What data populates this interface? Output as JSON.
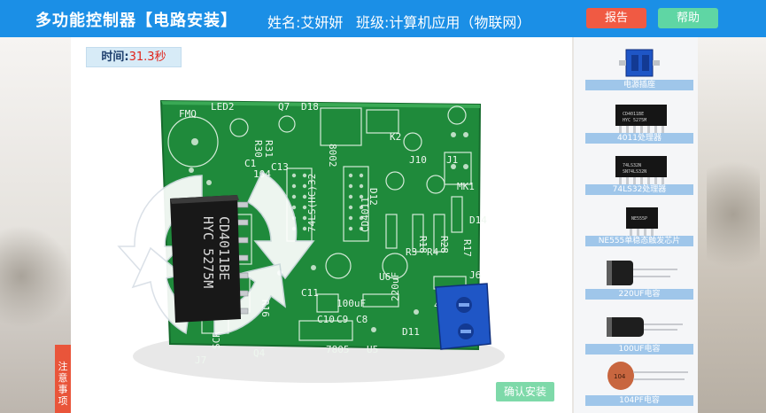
{
  "header": {
    "title": "多功能控制器【电路安装】",
    "student": "姓名:艾妍妍",
    "class": "班级:计算机应用（物联网）",
    "report_label": "报告",
    "help_label": "帮助"
  },
  "timer": {
    "label": "时间:",
    "value": "31.3秒"
  },
  "notice": [
    "注",
    "意",
    "事",
    "项"
  ],
  "confirm_label": "确认安装",
  "chip": {
    "lines": [
      "CD4011BE",
      "HYC 5275M"
    ]
  },
  "pcb_labels": [
    "FMQ",
    "LED2",
    "Q7",
    "D18",
    "R30",
    "R31",
    "C1",
    "104",
    "C13",
    "74LS(HC)32",
    "CD4011",
    "K2",
    "J10",
    "J1",
    "MK1",
    "D14",
    "R3",
    "R4",
    "U6",
    "J6",
    "C11",
    "C10",
    "C9",
    "C8",
    "D11",
    "R16",
    "U5",
    "7805",
    "SCR",
    "Q4",
    "J7",
    "R28",
    "R17",
    "R18",
    "D12",
    "220uF",
    "100uF",
    "4007",
    "8002"
  ],
  "components": [
    {
      "name": "电源插座",
      "icon": "power-socket-icon"
    },
    {
      "name": "4011处理器",
      "icon": "dip14-chip-icon"
    },
    {
      "name": "74LS32处理器",
      "icon": "dip14-chip-icon"
    },
    {
      "name": "NE555单稳态触发芯片",
      "icon": "dip8-chip-icon"
    },
    {
      "name": "220UF电容",
      "icon": "electrolytic-capacitor-icon"
    },
    {
      "name": "100UF电容",
      "icon": "electrolytic-capacitor-icon"
    },
    {
      "name": "104PF电容",
      "icon": "ceramic-capacitor-icon"
    }
  ],
  "colors": {
    "header": "#1b8fe6",
    "report": "#f05a43",
    "help": "#5fd6a4",
    "pcb": "#1f8a3b",
    "notice": "#e9553a",
    "confirm": "#7ed9a9",
    "label_bg": "#9fc6ea"
  }
}
